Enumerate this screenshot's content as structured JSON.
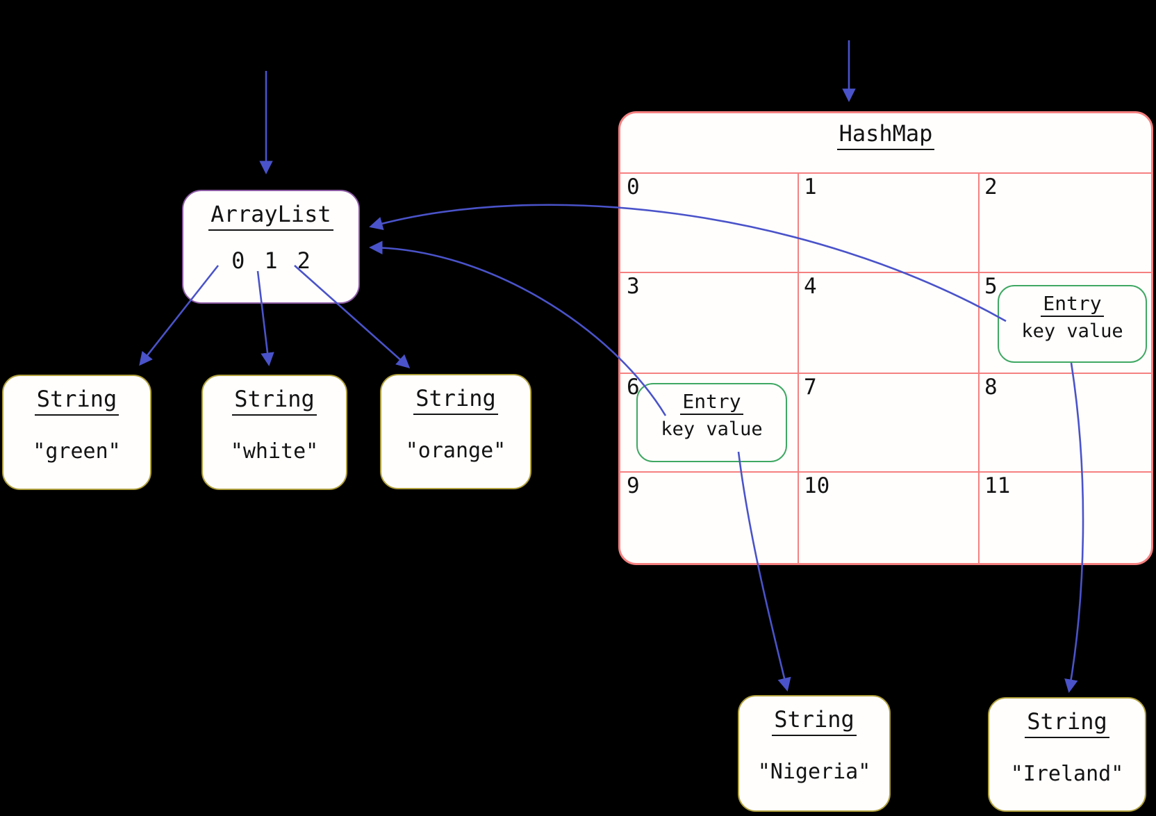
{
  "arraylist": {
    "title": "ArrayList",
    "indices": [
      "0",
      "1",
      "2"
    ]
  },
  "hashmap": {
    "title": "HashMap",
    "cells": [
      "0",
      "1",
      "2",
      "3",
      "4",
      "5",
      "6",
      "7",
      "8",
      "9",
      "10",
      "11"
    ]
  },
  "entries": {
    "slot5": {
      "title": "Entry",
      "fields": "key value"
    },
    "slot6": {
      "title": "Entry",
      "fields": "key value"
    }
  },
  "strings": {
    "green": {
      "title": "String",
      "value": "\"green\""
    },
    "white": {
      "title": "String",
      "value": "\"white\""
    },
    "orange": {
      "title": "String",
      "value": "\"orange\""
    },
    "nigeria": {
      "title": "String",
      "value": "\"Nigeria\""
    },
    "ireland": {
      "title": "String",
      "value": "\"Ireland\""
    }
  },
  "colors": {
    "arrow": "#4a53c9",
    "arraylist_border": "#8d5ca5",
    "string_border": "#b0a03c",
    "hashmap_border": "#f58080",
    "entry_border": "#3fa862",
    "text": "#131313",
    "background": "#000000"
  }
}
